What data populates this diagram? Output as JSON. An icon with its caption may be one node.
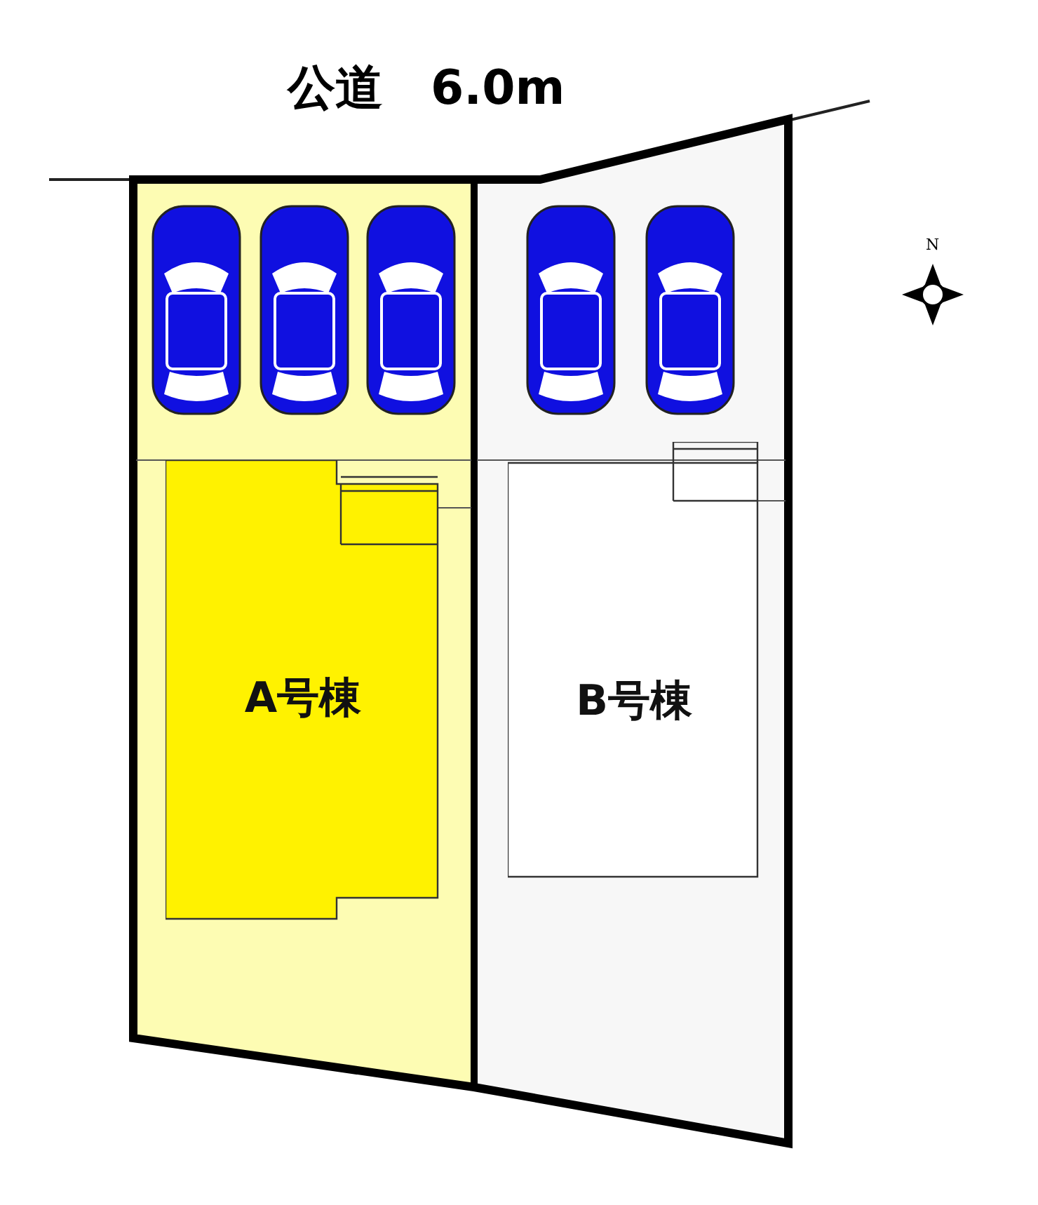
{
  "diagram": {
    "title": "公道　6.0m",
    "nodes": [
      {
        "text": [
          "A号棟"
        ]
      },
      {
        "text": [
          "B号棟"
        ]
      }
    ],
    "labels": [
      "N"
    ]
  }
}
